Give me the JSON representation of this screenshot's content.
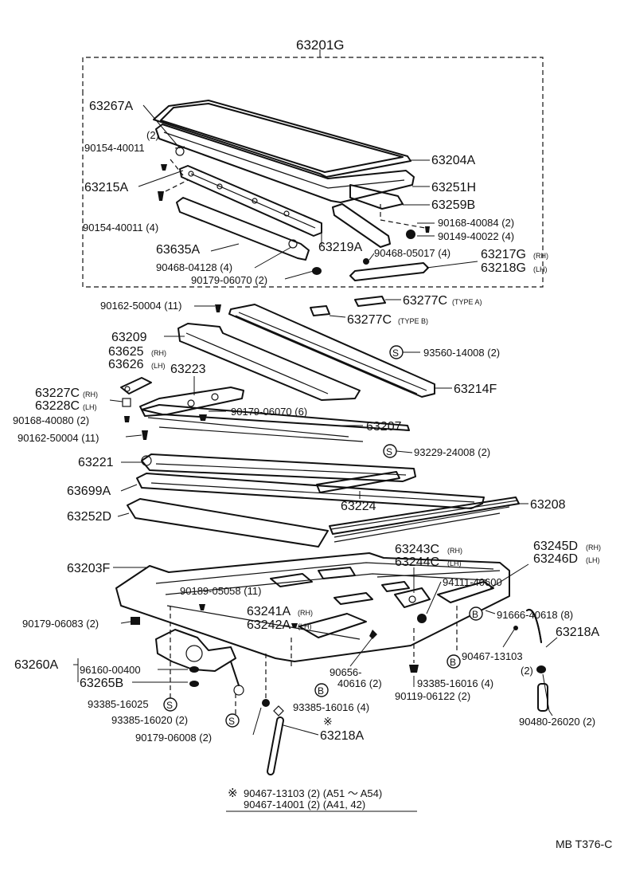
{
  "diagram": {
    "assembly_label": "63201G",
    "code": "MB T376-C",
    "labels": {
      "p63267A": "63267A",
      "qty2_a": "(2)",
      "p90154a": "90154-40011",
      "p63215A": "63215A",
      "p90154b": "90154-40011 (4)",
      "p63635A": "63635A",
      "p90468a": "90468-04128 (4)",
      "p90179a": "90179-06070 (2)",
      "p63204A": "63204A",
      "p63251H": "63251H",
      "p63259B": "63259B",
      "p90168a": "90168-40084 (2)",
      "p90149": "90149-40022 (4)",
      "p63219A": "63219A",
      "p90468b": "90468-05017 (4)",
      "p63217G": "63217G",
      "p63217G_side": "(RH)",
      "p63218G": "63218G",
      "p63218G_side": "(LH)",
      "p63277C_a": "63277C",
      "p63277C_a_type": "(TYPE A)",
      "p63277C_b": "63277C",
      "p63277C_b_type": "(TYPE B)",
      "p90162a": "90162-50004 (11)",
      "p63209": "63209",
      "p63625": "63625",
      "p63625_side": "(RH)",
      "p63626": "63626",
      "p63626_side": "(LH)",
      "p63223": "63223",
      "p93560": "93560-14008 (2)",
      "p63214F": "63214F",
      "p63227C": "63227C",
      "p63227C_side": "(RH)",
      "p63228C": "63228C",
      "p63228C_side": "(LH)",
      "p90168b": "90168-40080 (2)",
      "p90179b": "90179-06070 (6)",
      "p63207": "63207",
      "p90162b": "90162-50004 (11)",
      "p93229": "93229-24008 (2)",
      "p63221": "63221",
      "p63699A": "63699A",
      "p63224": "63224",
      "p63208": "63208",
      "p63252D": "63252D",
      "p63243C": "63243C",
      "p63243C_side": "(RH)",
      "p63244C": "63244C",
      "p63244C_side": "(LH)",
      "p63245D": "63245D",
      "p63245D_side": "(RH)",
      "p63246D": "63246D",
      "p63246D_side": "(LH)",
      "p63203F": "63203F",
      "p90189": "90189-05058 (11)",
      "p94111": "94111-40600",
      "p90179c": "90179-06083 (2)",
      "p63241A": "63241A",
      "p63241A_side": "(RH)",
      "p63242A": "63242A",
      "p63242A_side": "(LH)",
      "p91666": "91666-40618 (8)",
      "p63218A_r": "63218A",
      "p90467a": "90467-13103",
      "qty2_b": "(2)",
      "p63260A": "63260A",
      "p96160": "96160-00400",
      "p63265B": "63265B",
      "p90656": "90656-",
      "p90656b": "40616 (2)",
      "p93385a": "93385-16016 (4)",
      "p90119": "90119-06122 (2)",
      "p93385b": "93385-16025",
      "p93385c": "93385-16020 (2)",
      "p93385d": "93385-16016 (4)",
      "p90480": "90480-26020 (2)",
      "p90179d": "90179-06008 (2)",
      "p63218A_b": "63218A",
      "note_mark": "※",
      "note1": "90467-13103 (2) (A51 ～ A54)",
      "note2": "90467-14001 (2) (A41, 42)",
      "mark_S": "S",
      "mark_B": "B"
    }
  }
}
